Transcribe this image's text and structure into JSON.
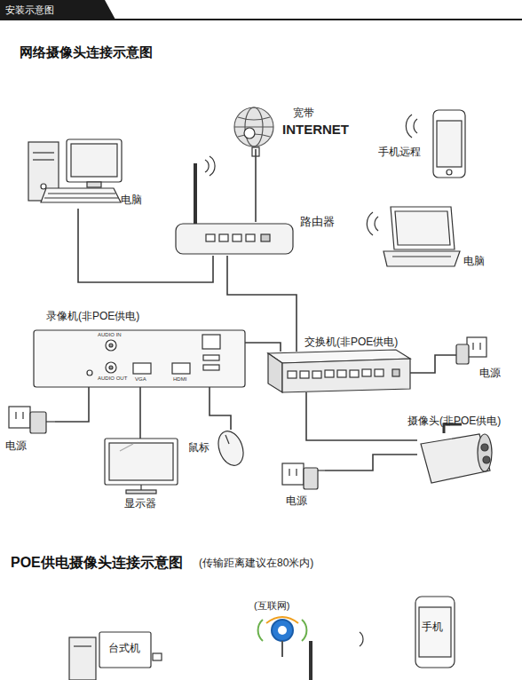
{
  "diagram": {
    "title": "网络摄像头连接示意图",
    "nodes": [
      {
        "text": [
          "宽带",
          "INTERNET"
        ]
      },
      {
        "text": [
          "手机远程"
        ]
      },
      {
        "text": [
          "电脑"
        ]
      },
      {
        "text": [
          "路由器"
        ]
      },
      {
        "text": [
          "电脑"
        ]
      },
      {
        "text": [
          "录像机(非POE供电)"
        ]
      },
      {
        "text": [
          "交换机(非POE供电)"
        ]
      },
      {
        "text": [
          "电源"
        ]
      },
      {
        "text": [
          "电源"
        ]
      },
      {
        "text": [
          "鼠标"
        ]
      },
      {
        "text": [
          "摄像头(非POE供电)"
        ]
      },
      {
        "text": [
          "显示器"
        ]
      },
      {
        "text": [
          "电源"
        ]
      },
      {
        "text": [
          "(互联网)"
        ]
      },
      {
        "text": [
          "台式机"
        ]
      },
      {
        "text": [
          "手机"
        ]
      }
    ],
    "edges": [
      {
        "from": 0,
        "to": 3,
        "arrow": "none"
      },
      {
        "from": 2,
        "to": 3,
        "arrow": "none"
      },
      {
        "from": 3,
        "to": 6,
        "arrow": "none"
      },
      {
        "from": 5,
        "to": 6,
        "arrow": "none"
      },
      {
        "from": 7,
        "to": 6,
        "arrow": "none"
      },
      {
        "from": 6,
        "to": 10,
        "arrow": "none"
      },
      {
        "from": 12,
        "to": 10,
        "arrow": "none"
      },
      {
        "from": 8,
        "to": 5,
        "arrow": "none"
      },
      {
        "from": 5,
        "to": 11,
        "arrow": "none"
      },
      {
        "from": 5,
        "to": 9,
        "arrow": "none"
      }
    ],
    "labels": [
      "安装示意图",
      "POE供电摄像头连接示意图",
      "(传输距离建议在80米内)",
      "AUDIO IN",
      "AUDIO OUT",
      "VGA",
      "HDMI"
    ]
  }
}
